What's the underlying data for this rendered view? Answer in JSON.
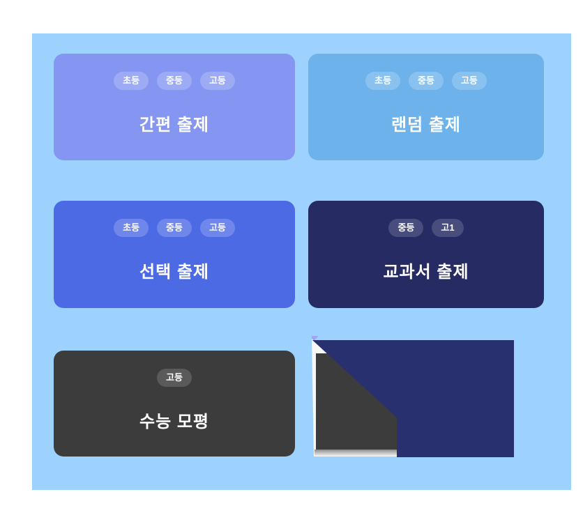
{
  "page": {
    "background": "#ffffff",
    "panel_background": "#9cd2fd"
  },
  "cards": [
    {
      "id": "simple",
      "title": "간편 출제",
      "badges": [
        "초등",
        "중등",
        "고등"
      ],
      "bg": "#8596f2",
      "badge_bg": "#9dabf5",
      "text_color": "#ffffff"
    },
    {
      "id": "random",
      "title": "랜덤 출제",
      "badges": [
        "초등",
        "중등",
        "고등"
      ],
      "bg": "#6db2ea",
      "badge_bg": "#8ac2ef",
      "text_color": "#ffffff"
    },
    {
      "id": "select",
      "title": "선택 출제",
      "badges": [
        "초등",
        "중등",
        "고등"
      ],
      "bg": "#4d6ae5",
      "badge_bg": "#6f87eb",
      "text_color": "#ffffff"
    },
    {
      "id": "textbook",
      "title": "교과서 출제",
      "badges": [
        "중등",
        "고1"
      ],
      "bg": "#262b63",
      "badge_bg": "#484d7e",
      "text_color": "#ffffff"
    },
    {
      "id": "csat",
      "title": "수능 모평",
      "badges": [
        "고등"
      ],
      "bg": "#3c3c3c",
      "badge_bg": "#5a5a5a",
      "text_color": "#ffffff"
    }
  ],
  "broken_card": {
    "navy": "#28306f",
    "gray": "#3c3c3c",
    "white": "#f7f7f7",
    "tip": "#a0a6f2",
    "fade_top": "#8b8b8b",
    "fade_bottom": "#fafafa"
  }
}
